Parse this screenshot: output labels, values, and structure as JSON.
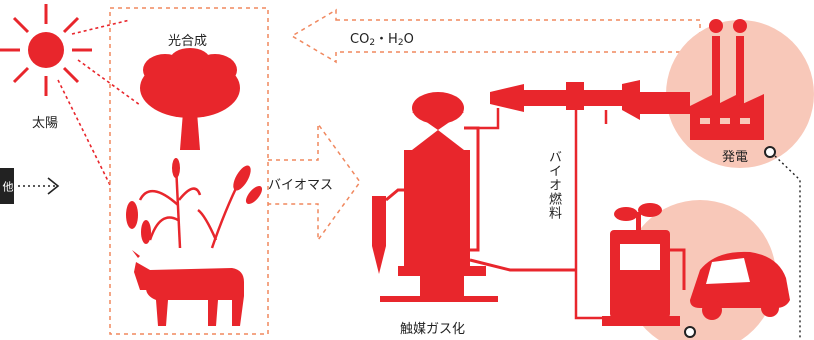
{
  "colors": {
    "red": "#e8262c",
    "pink": "#f8c8b9",
    "dash": "#f0885f",
    "dark": "#222222"
  },
  "labels": {
    "sun": "太陽",
    "photosynthesis": "光合成",
    "biomass": "バイオマス",
    "co2_prefix": "CO",
    "co2_sub": "2",
    "co2_mid": "・H",
    "h2o_sub": "2",
    "h2o_suffix": "O",
    "biofuel": "バイオ燃料",
    "power": "発電",
    "gasification": "触媒ガス化",
    "side_tab": "他"
  },
  "icons": [
    "sun-icon",
    "tree-icon",
    "rice-icon",
    "wheat-icon",
    "cow-icon",
    "gasifier-icon",
    "turbine-icon",
    "factory-icon",
    "fuel-pump-icon",
    "car-icon",
    "sprout-icon"
  ]
}
